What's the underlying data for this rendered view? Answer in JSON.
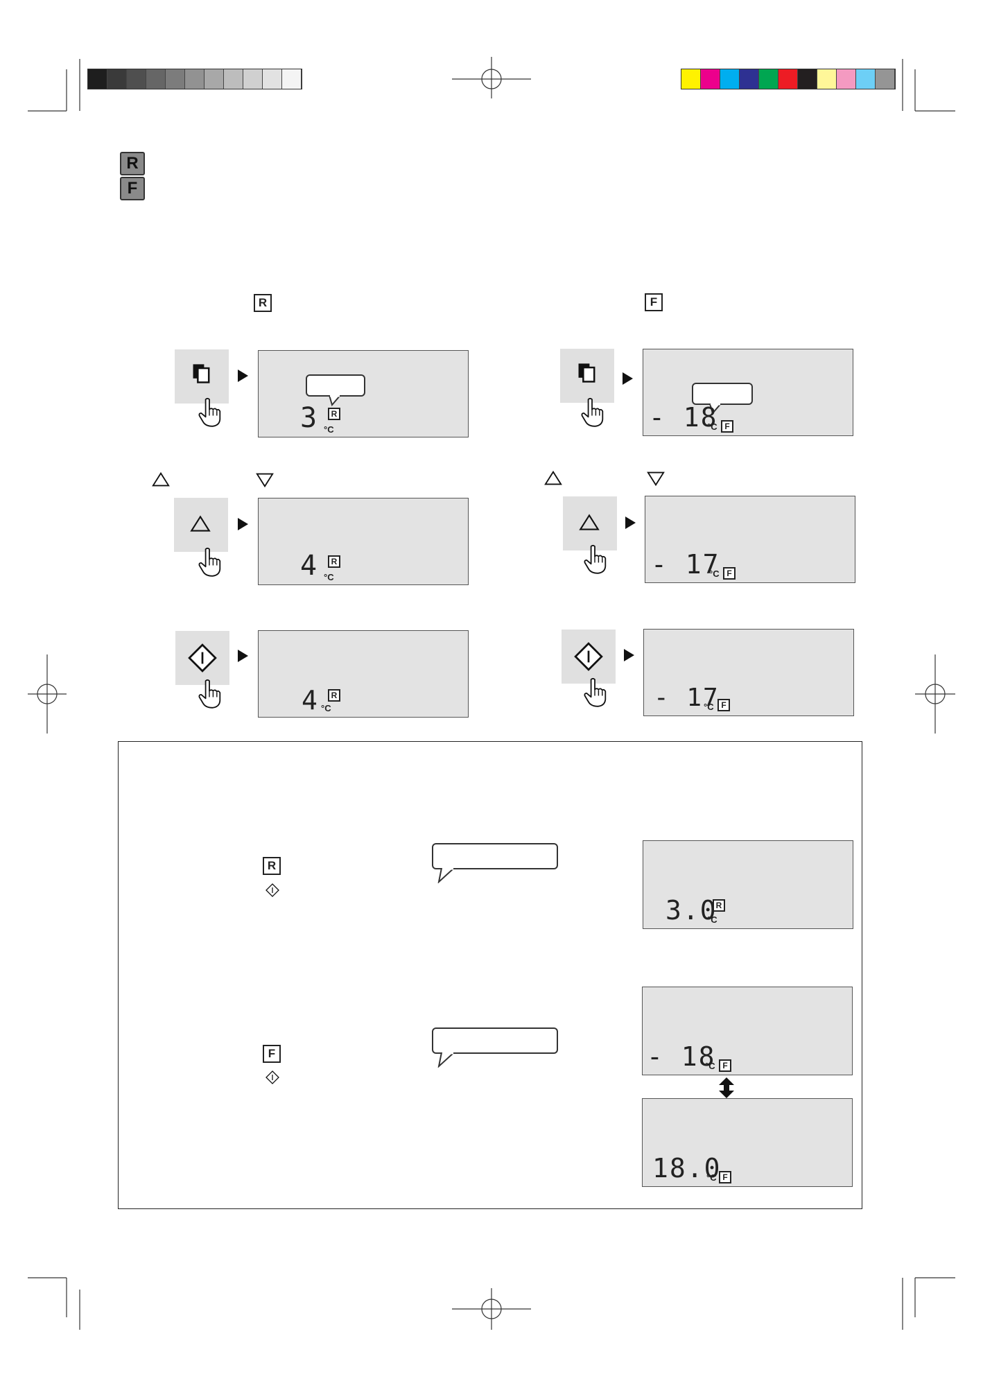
{
  "color_bars": {
    "grays": [
      "#1e1e1e",
      "#3a3a3a",
      "#4f4f4f",
      "#666666",
      "#7c7c7c",
      "#929292",
      "#a8a8a8",
      "#bdbdbd",
      "#d0d0d0",
      "#e2e2e2",
      "#f4f4f4"
    ],
    "colors": [
      "#fff200",
      "#ec008c",
      "#00aeef",
      "#2e3192",
      "#00a651",
      "#ed1c24",
      "#231f20",
      "#fff799",
      "#f49ac1",
      "#6dcff6",
      "#959595"
    ]
  },
  "legend": {
    "refrigerator_badge": "R",
    "freezer_badge": "F"
  },
  "sections": {
    "refrigerator_badge": "R",
    "freezer_badge": "F"
  },
  "displays": {
    "r_step1": {
      "value": "3",
      "unit": "°C",
      "badge": "R"
    },
    "r_step2": {
      "value": "4",
      "unit": "°C",
      "badge": "R"
    },
    "r_step3": {
      "value": "4",
      "unit": "°C",
      "badge": "R"
    },
    "f_step1": {
      "value": "- 18",
      "unit": "°C",
      "badge": "F"
    },
    "f_step2": {
      "value": "- 17",
      "unit": "°C",
      "badge": "F"
    },
    "f_step3": {
      "value": "- 17",
      "unit": "°C",
      "badge": "F"
    }
  },
  "box": {
    "r_badge": "R",
    "f_badge": "F",
    "r_display": {
      "value": "3.0",
      "unit": "°C",
      "badge": "R"
    },
    "f_display_a": {
      "value": "- 18",
      "unit": "°C",
      "badge": "F"
    },
    "f_display_b": {
      "value": "18.0",
      "unit": "°C",
      "badge": "F"
    }
  },
  "icons": {
    "mode": "mode-button-icon",
    "up": "up-triangle-icon",
    "down": "down-triangle-icon",
    "start": "start-diamond-icon",
    "hand": "pointing-hand-icon",
    "play": "play-arrow-icon"
  }
}
